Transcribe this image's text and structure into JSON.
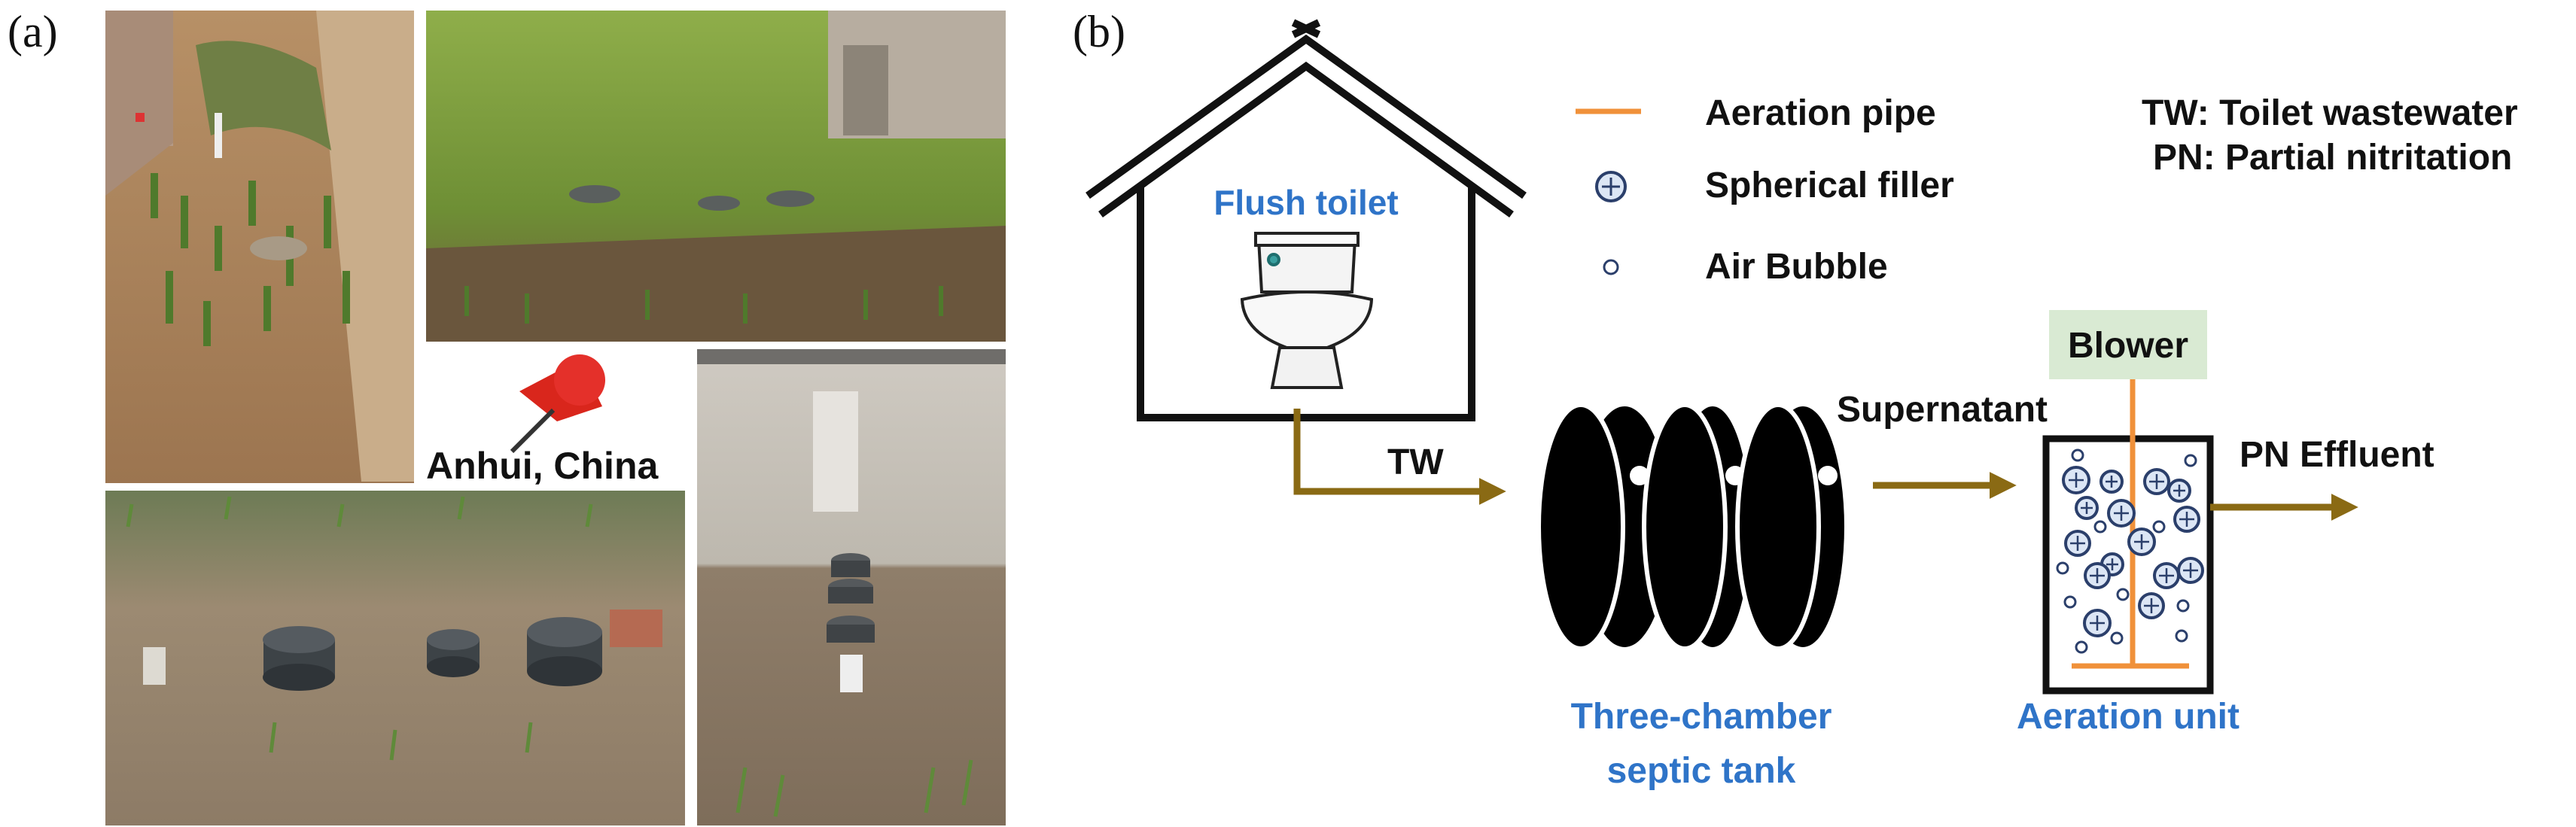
{
  "panel_a": {
    "label": "(a)",
    "location_text": "Anhui, China"
  },
  "panel_b": {
    "label": "(b)",
    "legend": {
      "aeration_pipe": "Aeration pipe",
      "spherical_filler": "Spherical filler",
      "air_bubble": "Air Bubble"
    },
    "abbreviations": {
      "tw": "TW: Toilet wastewater",
      "pn": "PN: Partial nitritation"
    },
    "house_label": "Flush toilet",
    "tw_label": "TW",
    "tank_label_line1": "Three-chamber",
    "tank_label_line2": "septic tank",
    "supernatant_label": "Supernatant",
    "blower_label": "Blower",
    "aeration_label": "Aeration unit",
    "effluent_label": "PN Effluent",
    "colors": {
      "arrow": "#8a6a14",
      "pipe": "#f0913a",
      "blower_bg": "#d9ead3",
      "blue_text": "#2f74c8"
    }
  }
}
